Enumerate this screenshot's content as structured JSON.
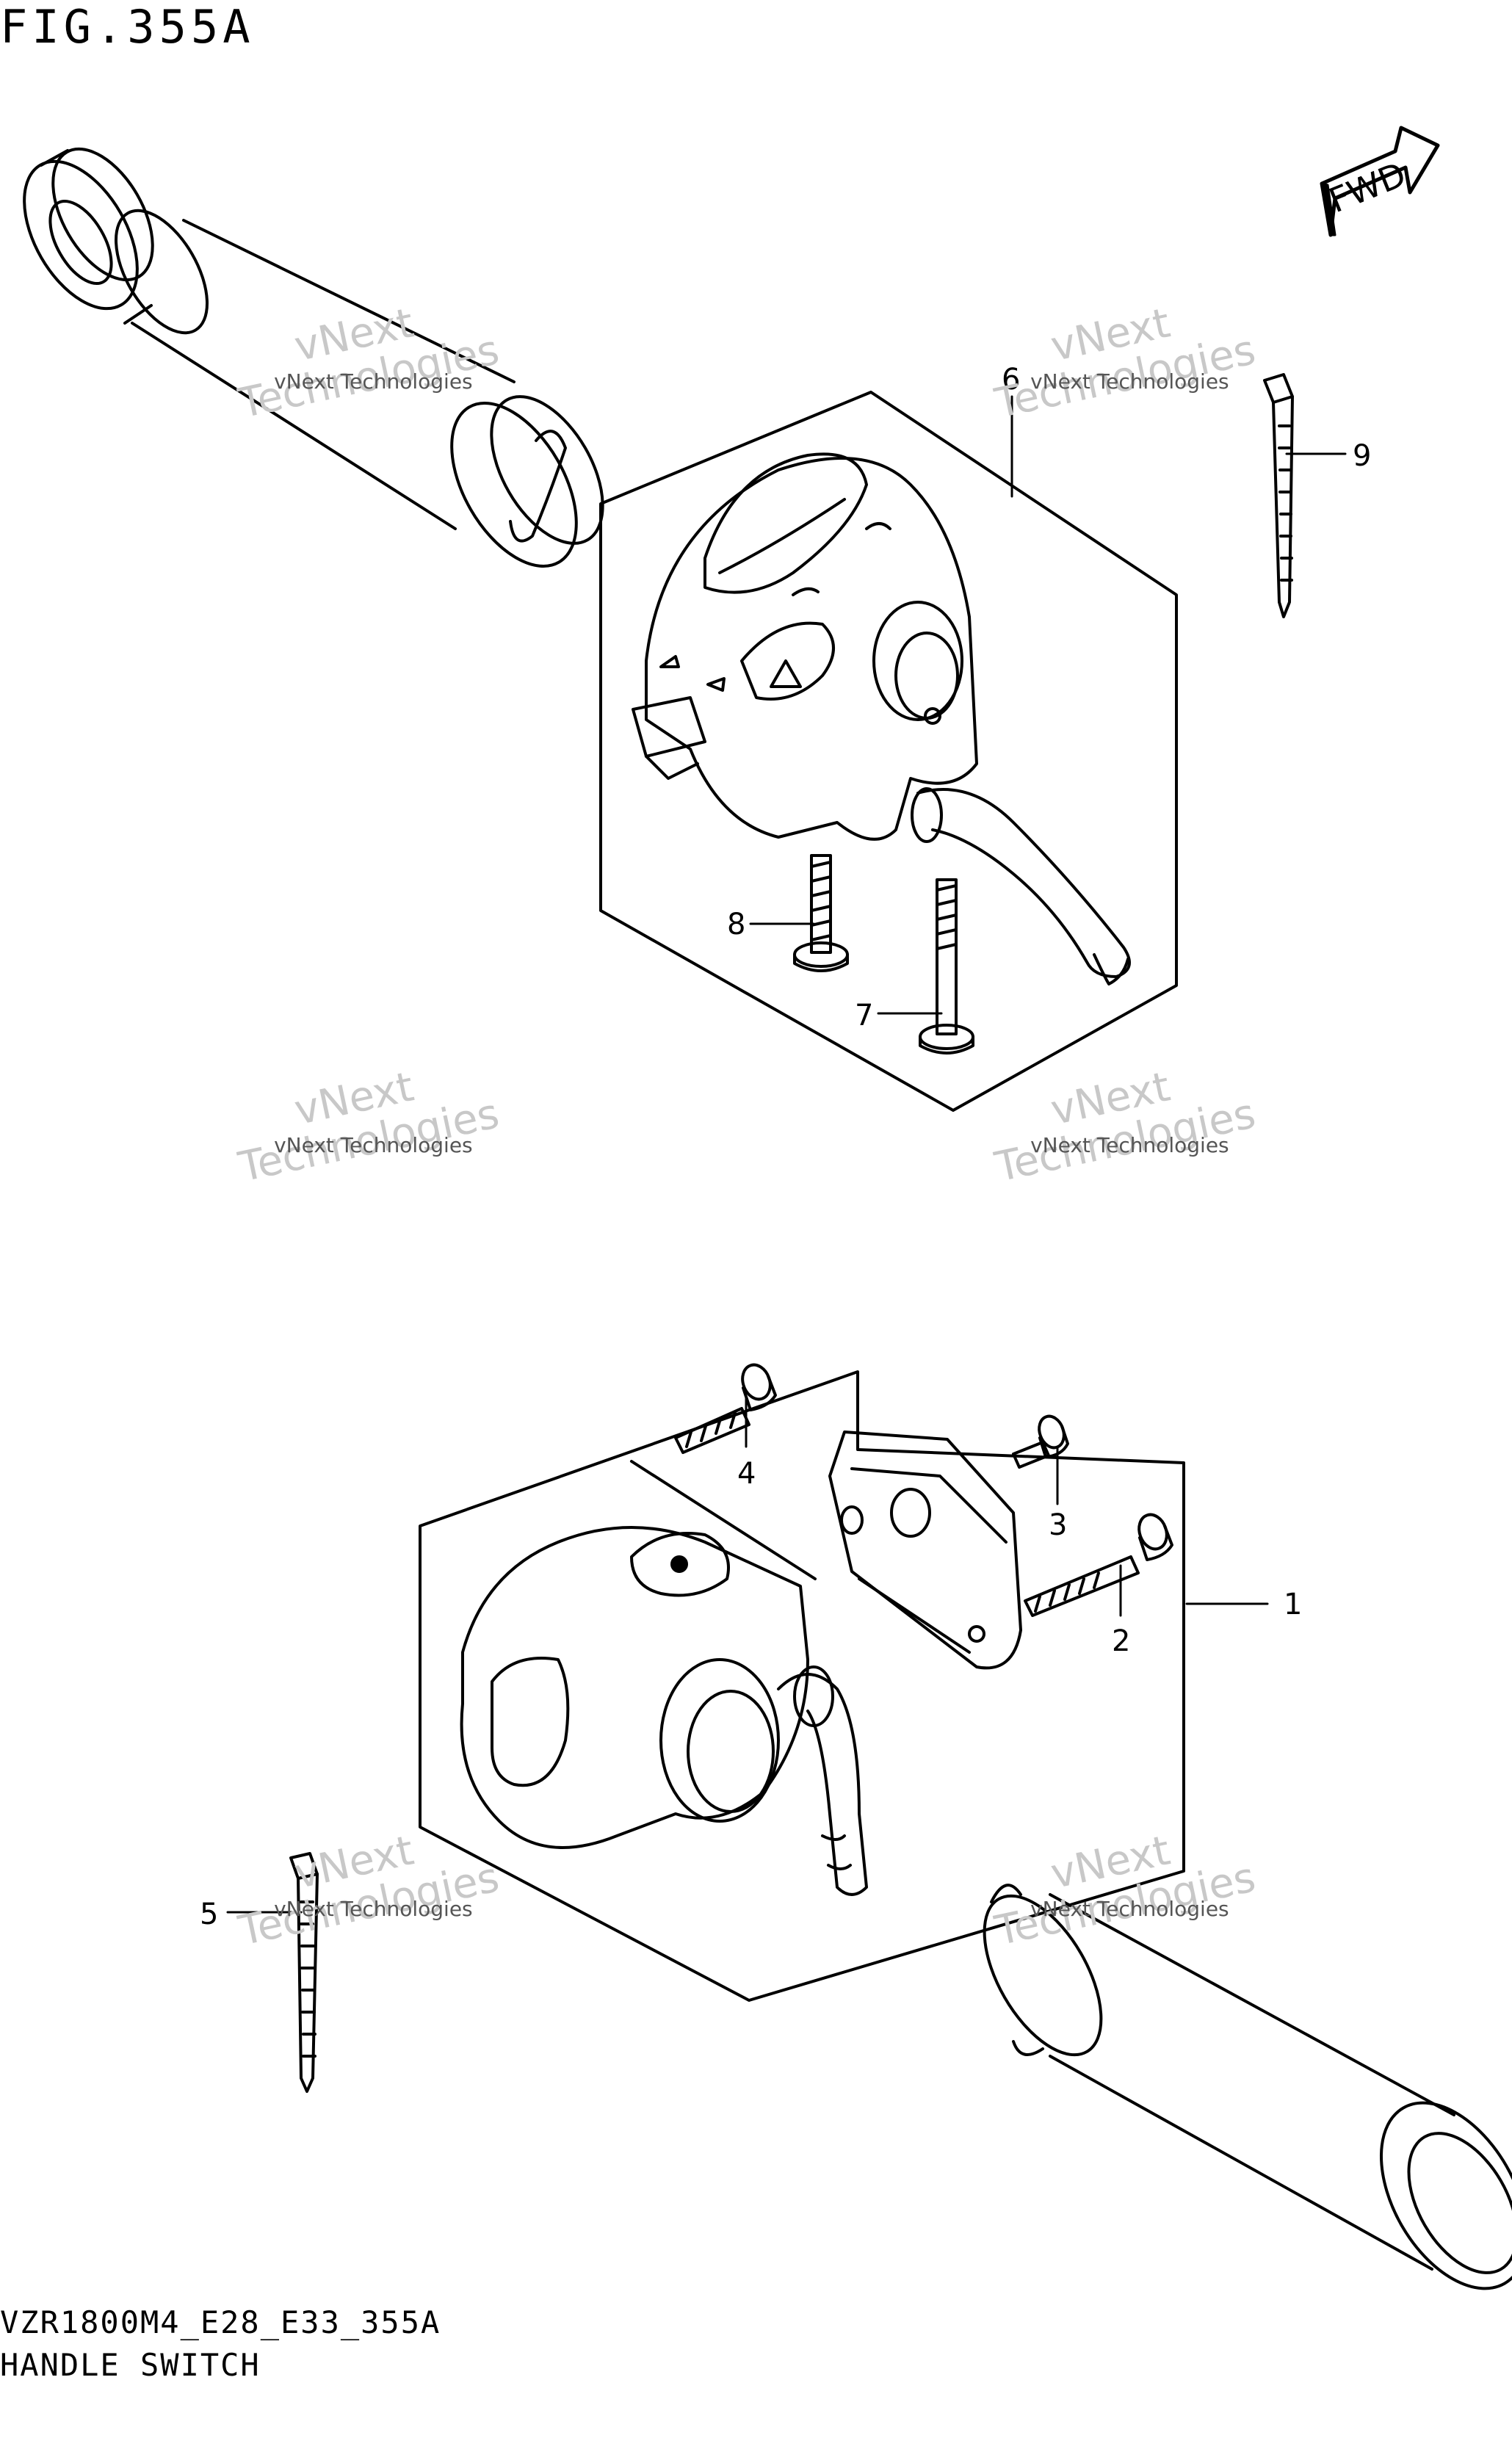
{
  "header": {
    "figure_label": "FIG.355A"
  },
  "footer": {
    "model_code": "VZR1800M4_E28_E33_355A",
    "section_name": "HANDLE SWITCH"
  },
  "fwd_arrow": {
    "label": "FWD"
  },
  "watermark": {
    "line1": "vNext Technologies",
    "line2": "vNext",
    "line3": "Technologies"
  },
  "callouts": [
    "1",
    "2",
    "3",
    "4",
    "5",
    "6",
    "7",
    "8",
    "9"
  ]
}
